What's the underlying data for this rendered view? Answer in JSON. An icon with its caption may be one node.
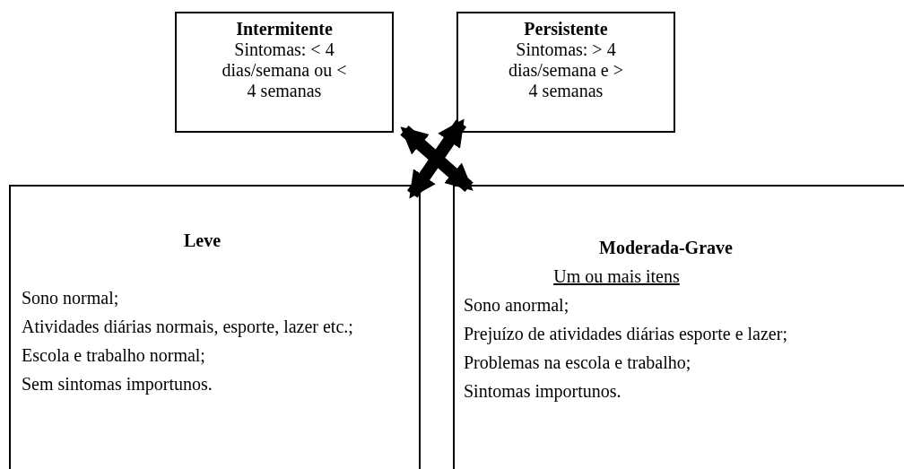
{
  "diagram": {
    "nodes": [
      {
        "text": [
          "Intermitente",
          "Sintomas: < 4 dias/semana ou < 4 semanas"
        ]
      },
      {
        "text": [
          "Persistente",
          "Sintomas: > 4 dias/semana e > 4 semanas"
        ]
      },
      {
        "text": [
          "Leve",
          "Sono normal;",
          "Atividades diárias normais, esporte, lazer etc.;",
          "Escola e trabalho normal;",
          "Sem sintomas importunos."
        ]
      },
      {
        "text": [
          "Moderada-Grave",
          "Um ou mais itens",
          "Sono anormal;",
          "Prejuízo de atividades diárias esporte e lazer;",
          "Problemas na escola e trabalho;",
          "Sintomas importunos."
        ]
      }
    ],
    "edges": [
      {
        "from": 0,
        "to": 3,
        "arrow": "both"
      },
      {
        "from": 1,
        "to": 2,
        "arrow": "both"
      }
    ]
  }
}
